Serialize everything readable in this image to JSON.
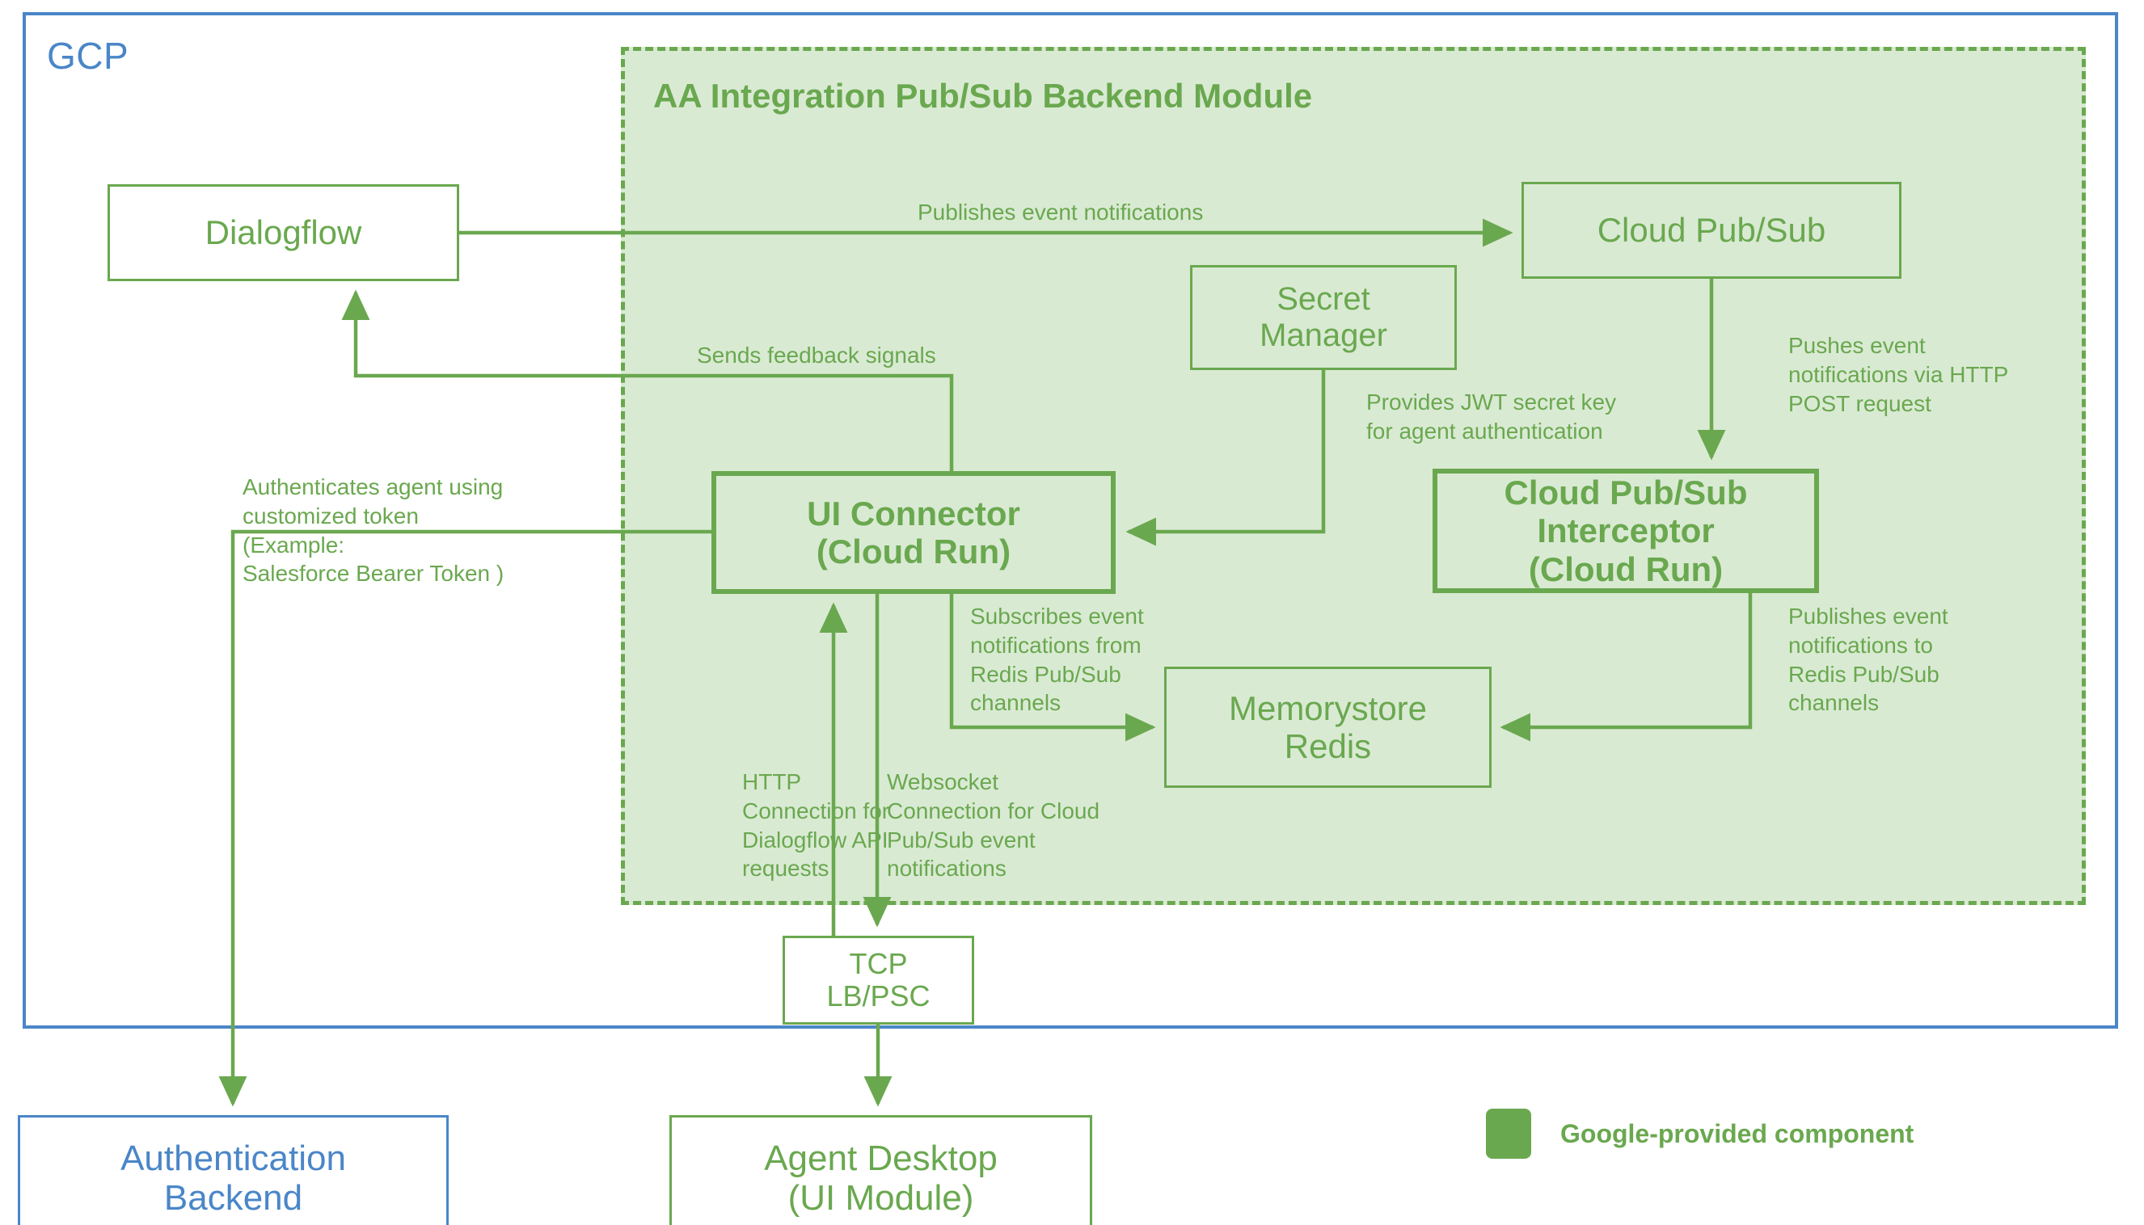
{
  "diagram": {
    "cloud": {
      "label": "GCP",
      "border_color": "#4a86c8"
    },
    "module": {
      "title": "AA Integration Pub/Sub Backend Module",
      "fill_color": "#d9ead3",
      "border_color": "#6aa84f"
    },
    "nodes": {
      "dialogflow": {
        "label": "Dialogflow"
      },
      "cloud_pubsub": {
        "label": "Cloud Pub/Sub"
      },
      "secret_manager": {
        "label": "Secret\nManager"
      },
      "ui_connector": {
        "label": "UI Connector\n(Cloud Run)"
      },
      "pubsub_interceptor": {
        "label": "Cloud Pub/Sub Interceptor\n(Cloud Run)"
      },
      "memorystore_redis": {
        "label": "Memorystore\nRedis"
      },
      "tcp_lb_psc": {
        "label": "TCP\nLB/PSC"
      },
      "authentication_backend": {
        "label": "Authentication\nBackend"
      },
      "agent_desktop": {
        "label": "Agent Desktop\n(UI Module)"
      }
    },
    "edge_labels": {
      "publishes_event_notifications": "Publishes event notifications",
      "sends_feedback_signals": "Sends feedback signals",
      "pushes_event_http_post": "Pushes event\nnotifications via HTTP\nPOST request",
      "provides_jwt_secret": "Provides JWT secret key\nfor agent authentication",
      "authenticates_agent": "Authenticates agent using\ncustomized token\n(Example:\nSalesforce Bearer Token )",
      "subscribes_event_redis": "Subscribes event\nnotifications from\nRedis Pub/Sub\nchannels",
      "publishes_event_redis": "Publishes event\nnotifications to\nRedis Pub/Sub\nchannels",
      "http_connection_dialogflow": "HTTP\nConnection for\nDialogflow API\nrequests",
      "websocket_connection_pubsub": "Websocket\nConnection for Cloud\nPub/Sub event\nnotifications"
    },
    "legend": {
      "swatch_color": "#6aa84f",
      "label": "Google-provided component"
    }
  }
}
